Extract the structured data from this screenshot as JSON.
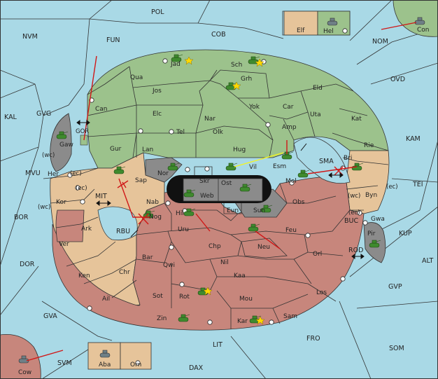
{
  "colors": {
    "sea": "#a9d9e6",
    "green": "#9cc28c",
    "tan": "#e6c49a",
    "rose": "#c7867c",
    "gray": "#8b8b8b",
    "black": "#111111",
    "army": "#3f8a2e",
    "move_order": "#d01818",
    "support_order": "#f5f51e",
    "star": "#ffd800"
  },
  "sea_labels": {
    "pol": "POL",
    "fun": "FUN",
    "cob": "COB",
    "nvm": "NVM",
    "nom": "NOM",
    "ovd": "OVD",
    "kal": "KAL",
    "gvg": "GVG",
    "kam": "KAM",
    "mvu": "MVU",
    "tei": "TEI",
    "bor": "BOR",
    "mit": "MIT",
    "rbu": "RBU",
    "sma": "SMA",
    "buc": "BUC",
    "kup": "KUP",
    "alt": "ALT",
    "dor": "DOR",
    "rod": "ROD",
    "gvp": "GVP",
    "gva": "GVA",
    "fro": "FRO",
    "som": "SOM",
    "lit": "LIT",
    "svm": "SVM",
    "dax": "DAX",
    "gor": "GOR"
  },
  "land_labels": {
    "elf": "Elf",
    "hel": "Hel",
    "con": "Con",
    "jad": "Jad",
    "sch": "Sch",
    "qua": "Qua",
    "jos": "Jos",
    "grh": "Grh",
    "eld": "Eld",
    "can": "Can",
    "elc": "Elc",
    "nar": "Nar",
    "yok": "Yok",
    "car": "Car",
    "uta": "Uta",
    "kat": "Kat",
    "tel": "Tel",
    "olk": "Olk",
    "amp": "Amp",
    "gaw": "Gaw",
    "gur": "Gur",
    "lan": "Lan",
    "hug": "Hug",
    "rie": "Rie",
    "esm": "Esm",
    "bri": "Bri",
    "nor": "Nor",
    "vil": "Vil",
    "skr": "Skr",
    "ost": "Ost",
    "mel": "Mel",
    "her": "Her",
    "sap": "Sap",
    "web": "Web",
    "byn": "Byn",
    "kor": "Kor",
    "nab": "Nab",
    "eun": "Eun",
    "sun": "Sun",
    "obs": "Obs",
    "hil": "Hil",
    "nog": "Nog",
    "gwa": "Gwa",
    "ark": "Ark",
    "uru": "Uru",
    "feu": "Feu",
    "pir": "Pir",
    "ver": "Ver",
    "chp": "Chp",
    "neu": "Neu",
    "orl": "Orl",
    "bar": "Bar",
    "qwi": "Qwi",
    "nil": "Nil",
    "ken": "Ken",
    "chr": "Chr",
    "kaa": "Kaa",
    "los": "Los",
    "ail": "Ail",
    "sot": "Sot",
    "rot": "Rot",
    "mou": "Mou",
    "zin": "Zin",
    "kar": "Kar",
    "sam": "Sam",
    "cow": "Cow",
    "aba": "Aba",
    "orn": "Orn"
  },
  "coast_tags": {
    "wc1": "(wc)",
    "ec1": "(ec)",
    "ec2": "(ec)",
    "wc2": "(wc)",
    "wc3": "(wc)",
    "ec3": "(ec)",
    "ec4": "(ec)"
  }
}
